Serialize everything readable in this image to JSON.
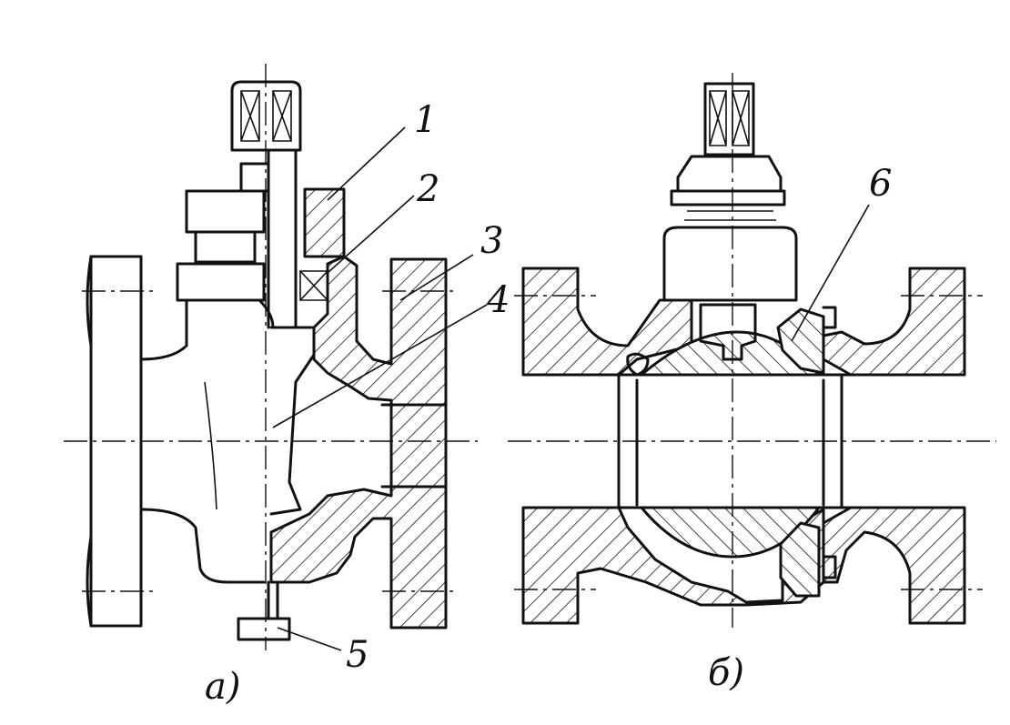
{
  "labels": {
    "part_1": "1",
    "part_2": "2",
    "part_3": "3",
    "part_4": "4",
    "part_5": "5",
    "part_6": "6"
  },
  "captions": {
    "left": "а)",
    "right": "б)"
  },
  "colors": {
    "ink": "#111111",
    "background": "#ffffff"
  }
}
